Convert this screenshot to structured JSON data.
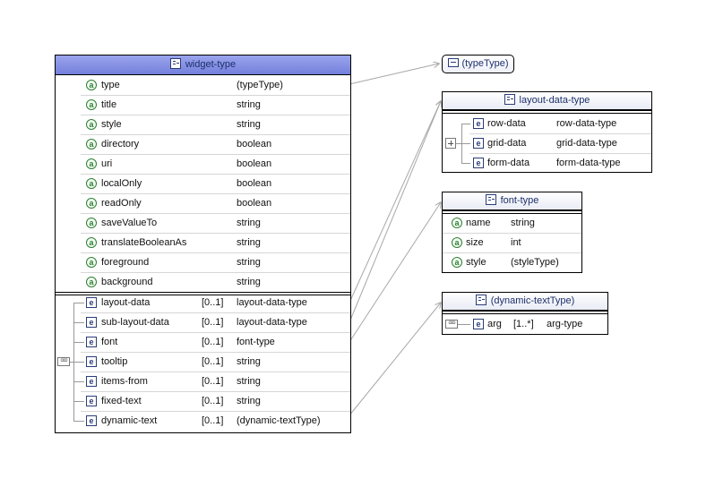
{
  "widget": {
    "title": "widget-type",
    "attributes": [
      {
        "name": "type",
        "type": "(typeType)"
      },
      {
        "name": "title",
        "type": "string"
      },
      {
        "name": "style",
        "type": "string"
      },
      {
        "name": "directory",
        "type": "boolean"
      },
      {
        "name": "uri",
        "type": "boolean"
      },
      {
        "name": "localOnly",
        "type": "boolean"
      },
      {
        "name": "readOnly",
        "type": "boolean"
      },
      {
        "name": "saveValueTo",
        "type": "string"
      },
      {
        "name": "translateBooleanAs",
        "type": "string"
      },
      {
        "name": "foreground",
        "type": "string"
      },
      {
        "name": "background",
        "type": "string"
      }
    ],
    "elements": [
      {
        "name": "layout-data",
        "mult": "[0..1]",
        "type": "layout-data-type"
      },
      {
        "name": "sub-layout-data",
        "mult": "[0..1]",
        "type": "layout-data-type"
      },
      {
        "name": "font",
        "mult": "[0..1]",
        "type": "font-type"
      },
      {
        "name": "tooltip",
        "mult": "[0..1]",
        "type": "string"
      },
      {
        "name": "items-from",
        "mult": "[0..1]",
        "type": "string"
      },
      {
        "name": "fixed-text",
        "mult": "[0..1]",
        "type": "string"
      },
      {
        "name": "dynamic-text",
        "mult": "[0..1]",
        "type": "(dynamic-textType)"
      }
    ]
  },
  "typeType": {
    "title": "(typeType)"
  },
  "layoutDataType": {
    "title": "layout-data-type",
    "elements": [
      {
        "name": "row-data",
        "type": "row-data-type"
      },
      {
        "name": "grid-data",
        "type": "grid-data-type"
      },
      {
        "name": "form-data",
        "type": "form-data-type"
      }
    ]
  },
  "fontType": {
    "title": "font-type",
    "attributes": [
      {
        "name": "name",
        "type": "string"
      },
      {
        "name": "size",
        "type": "int"
      },
      {
        "name": "style",
        "type": "(styleType)"
      }
    ]
  },
  "dynamicTextType": {
    "title": "(dynamic-textType)",
    "elements": [
      {
        "name": "arg",
        "mult": "[1..*]",
        "type": "arg-type"
      }
    ]
  },
  "icons": {
    "attribute": "a",
    "element": "e",
    "sequence": "ooo"
  },
  "colors": {
    "header_blue": "#7f89df",
    "connector": "#a8a8a8",
    "attribute_green": "#2e7d32"
  }
}
